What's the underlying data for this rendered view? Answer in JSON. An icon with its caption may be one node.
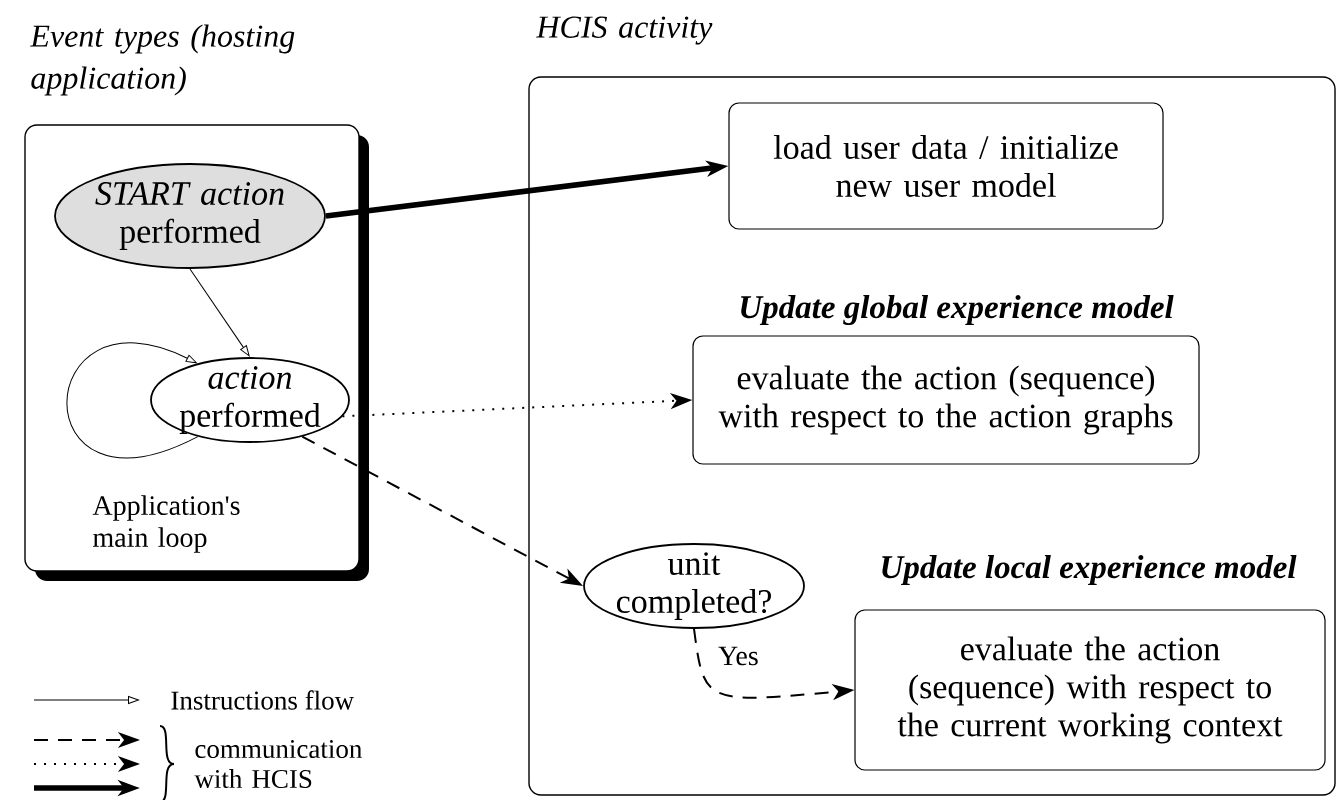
{
  "diagram": {
    "nodes": [
      {
        "text": [
          "Event types (hosting application)"
        ]
      },
      {
        "text": [
          "*START action* performed"
        ],
        "in": 0
      },
      {
        "text": [
          "*action* performed"
        ],
        "in": 0
      },
      {
        "text": [
          "HCIS activity"
        ]
      },
      {
        "text": [
          "load user data / initialize new user model"
        ],
        "in": 3
      },
      {
        "text": [
          "Update global experience model",
          "evaluate the action (sequence) with respect to the action graphs"
        ],
        "in": 3
      },
      {
        "text": [
          "unit completed?"
        ],
        "in": 3
      },
      {
        "text": [
          "Update local experience model",
          "evaluate the action (sequence) with respect to the current working context"
        ],
        "in": 3
      }
    ],
    "edges": [
      {
        "from": 1,
        "to": 2,
        "arrow": "to"
      },
      {
        "from": 2,
        "to": 2,
        "arrow": "to",
        "label": "Application's main loop"
      },
      {
        "from": 1,
        "to": 4,
        "arrow": "to",
        "style": "thick"
      },
      {
        "from": 2,
        "to": 5,
        "arrow": "to",
        "style": "dashed"
      },
      {
        "from": 2,
        "to": 6,
        "arrow": "to",
        "style": "dashed"
      },
      {
        "from": 6,
        "to": 7,
        "arrow": "to",
        "style": "dashed",
        "label": "Yes"
      }
    ],
    "legend": [
      {
        "text": "Instructions flow"
      },
      {
        "text": "communication with HCIS"
      }
    ]
  }
}
